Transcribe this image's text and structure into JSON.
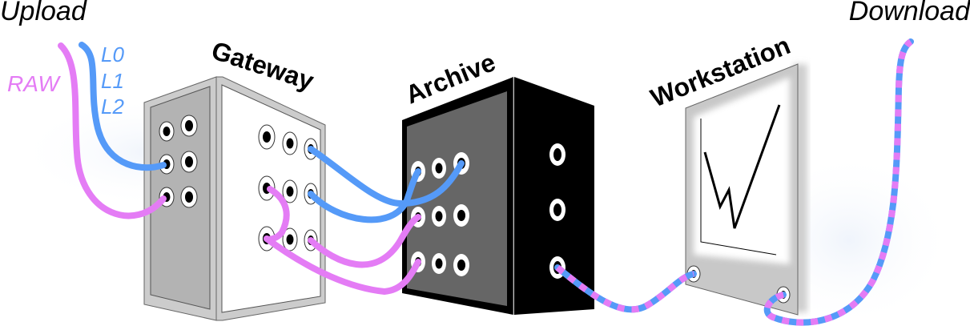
{
  "labels": {
    "upload": "Upload",
    "download": "Download",
    "raw": "RAW",
    "levels": [
      "L0",
      "L1",
      "L2"
    ],
    "gateway": "Gateway",
    "archive": "Archive",
    "workstation": "Workstation"
  },
  "colors": {
    "raw": "#e47cf5",
    "level": "#559af8",
    "gateway_side": "#b3b3b3",
    "gateway_frame": "#cccccc",
    "gateway_front": "#ffffff",
    "archive_front": "#666666",
    "archive_body": "#000000",
    "workstation_frame": "#c8c8c8"
  },
  "nodes": [
    {
      "id": "gateway",
      "label_key": "gateway"
    },
    {
      "id": "archive",
      "label_key": "archive"
    },
    {
      "id": "workstation",
      "label_key": "workstation"
    }
  ],
  "edges": [
    {
      "from": "upload",
      "to": "gateway",
      "type": "raw"
    },
    {
      "from": "upload",
      "to": "gateway",
      "type": "level"
    },
    {
      "from": "gateway",
      "to": "archive",
      "type": "level"
    },
    {
      "from": "gateway",
      "to": "archive",
      "type": "raw"
    },
    {
      "from": "archive",
      "to": "workstation",
      "type": "mixed"
    },
    {
      "from": "workstation",
      "to": "download",
      "type": "mixed"
    }
  ]
}
